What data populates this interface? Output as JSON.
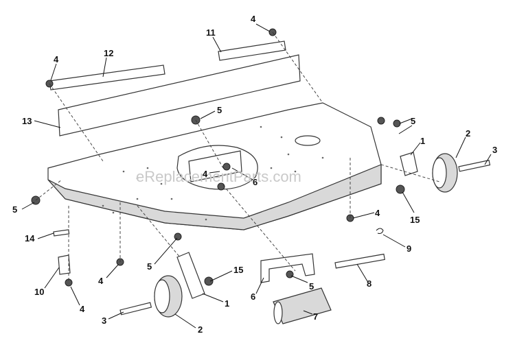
{
  "watermark": "eReplacementParts.com",
  "callouts": {
    "c1a": "1",
    "c1b": "1",
    "c2a": "2",
    "c2b": "2",
    "c3a": "3",
    "c3b": "3",
    "c4a": "4",
    "c4b": "4",
    "c4c": "4",
    "c4d": "4",
    "c4e": "4",
    "c4f": "4",
    "c5a": "5",
    "c5b": "5",
    "c5c": "5",
    "c5d": "5",
    "c5e": "5",
    "c6a": "6",
    "c6b": "6",
    "c7": "7",
    "c8": "8",
    "c9": "9",
    "c10": "10",
    "c11": "11",
    "c12": "12",
    "c13": "13",
    "c14": "14",
    "c15a": "15",
    "c15b": "15"
  }
}
